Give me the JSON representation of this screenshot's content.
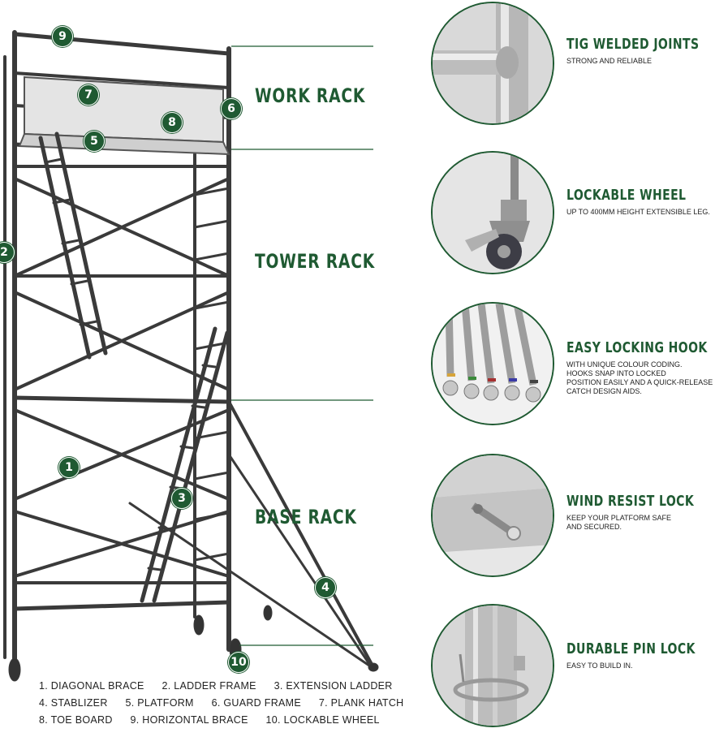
{
  "rack_labels": {
    "work": "WORK RACK",
    "tower": "TOWER RACK",
    "base": "BASE RACK"
  },
  "callouts": [
    "1",
    "2",
    "3",
    "4",
    "5",
    "6",
    "7",
    "8",
    "9",
    "10"
  ],
  "features": [
    {
      "title": "TIG WELDED JOINTS",
      "desc": "STRONG AND RELIABLE",
      "icon": "welded-joint-photo"
    },
    {
      "title": "LOCKABLE WHEEL",
      "desc": "UP TO 400MM HEIGHT EXTENSIBLE LEG.",
      "icon": "lockable-wheel-photo"
    },
    {
      "title": "EASY LOCKING HOOK",
      "desc": "WITH UNIQUE COLOUR CODING.\nHOOKS SNAP INTO LOCKED\nPOSITION EASILY AND A QUICK-RELEASE\nCATCH DESIGN AIDS.",
      "icon": "locking-hooks-photo"
    },
    {
      "title": "WIND RESIST LOCK",
      "desc": "KEEP YOUR PLATFORM SAFE\nAND SECURED.",
      "icon": "wind-lock-photo"
    },
    {
      "title": "DURABLE PIN LOCK",
      "desc": "EASY TO BUILD IN.",
      "icon": "pin-lock-photo"
    }
  ],
  "legend": {
    "row1": [
      "1.   DIAGONAL BRACE",
      "2.   LADDER FRAME",
      "3.   EXTENSION LADDER"
    ],
    "row2": [
      "4.   STABLIZER",
      "5.   PLATFORM",
      "6.   GUARD FRAME",
      "7.   PLANK HATCH"
    ],
    "row3": [
      "8.   TOE BOARD",
      "9.   HORIZONTAL BRACE",
      "10. LOCKABLE WHEEL"
    ]
  },
  "colors": {
    "brand_green": "#1f5a32",
    "frame_grey": "#555555"
  }
}
